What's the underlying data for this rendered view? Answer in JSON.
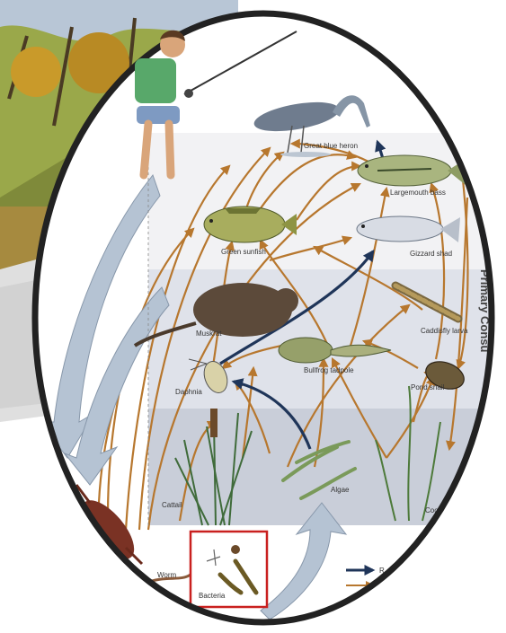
{
  "organisms": {
    "heron": "Great blue heron",
    "bass": "Largemouth bass",
    "sunfish": "Green sunfish",
    "shad": "Gizzard shad",
    "muskrat": "Muskrat",
    "caddisfly": "Caddisfly larva",
    "tadpole": "Bullfrog tadpole",
    "daphnia": "Daphnia",
    "snail": "Pond snail",
    "cattail": "Cattail",
    "algae": "Algae",
    "coontail": "Coont",
    "worm": "Worm",
    "bacteria": "Bacteria"
  },
  "side_label": "Primary Consu",
  "legend": {
    "item1": "R"
  },
  "colors": {
    "brown_arrow": "#b7772e",
    "navy_arrow": "#1f3559",
    "recycle_arrow": "#b5c3d3",
    "frame": "#222222",
    "highlight_box": "#c9201f",
    "band_top": "#f2f2f4",
    "band_mid": "#dfe2ea",
    "band_low": "#c9ced9"
  }
}
